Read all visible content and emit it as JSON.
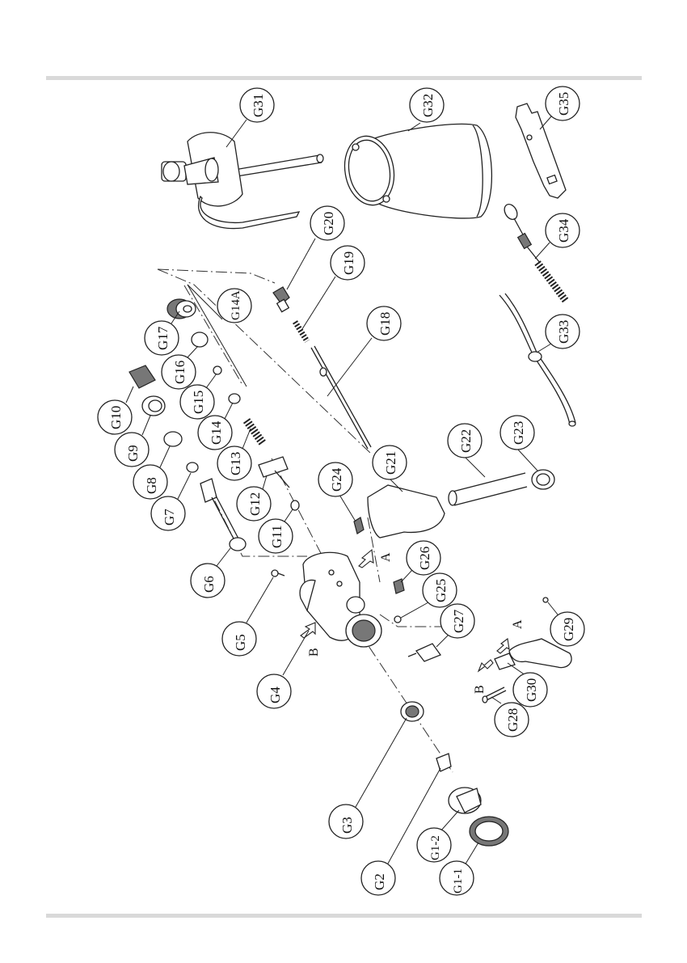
{
  "parts": [
    {
      "id": "g31",
      "label": "G31"
    },
    {
      "id": "g32",
      "label": "G32"
    },
    {
      "id": "g35",
      "label": "G35"
    },
    {
      "id": "g34",
      "label": "G34"
    },
    {
      "id": "g33",
      "label": "G33"
    },
    {
      "id": "g20",
      "label": "G20"
    },
    {
      "id": "g19",
      "label": "G19"
    },
    {
      "id": "g18",
      "label": "G18"
    },
    {
      "id": "g14a",
      "label": "G14A"
    },
    {
      "id": "g17",
      "label": "G17"
    },
    {
      "id": "g16",
      "label": "G16"
    },
    {
      "id": "g15",
      "label": "G15"
    },
    {
      "id": "g14",
      "label": "G14"
    },
    {
      "id": "g13",
      "label": "G13"
    },
    {
      "id": "g12",
      "label": "G12"
    },
    {
      "id": "g11",
      "label": "G11"
    },
    {
      "id": "g10",
      "label": "G10"
    },
    {
      "id": "g9",
      "label": "G9"
    },
    {
      "id": "g8",
      "label": "G8"
    },
    {
      "id": "g7",
      "label": "G7"
    },
    {
      "id": "g6",
      "label": "G6"
    },
    {
      "id": "g5",
      "label": "G5"
    },
    {
      "id": "g4",
      "label": "G4"
    },
    {
      "id": "g3",
      "label": "G3"
    },
    {
      "id": "g2",
      "label": "G2"
    },
    {
      "id": "g1-2",
      "label": "G1-2"
    },
    {
      "id": "g1-1",
      "label": "G1-1"
    },
    {
      "id": "g24",
      "label": "G24"
    },
    {
      "id": "g21",
      "label": "G21"
    },
    {
      "id": "g22",
      "label": "G22"
    },
    {
      "id": "g23",
      "label": "G23"
    },
    {
      "id": "g26",
      "label": "G26"
    },
    {
      "id": "g25",
      "label": "G25"
    },
    {
      "id": "g27",
      "label": "G27"
    },
    {
      "id": "g29",
      "label": "G29"
    },
    {
      "id": "g30",
      "label": "G30"
    },
    {
      "id": "g28",
      "label": "G28"
    }
  ],
  "flow_letters": {
    "a1": "A",
    "a2": "A",
    "b1": "B",
    "b2": "B"
  }
}
